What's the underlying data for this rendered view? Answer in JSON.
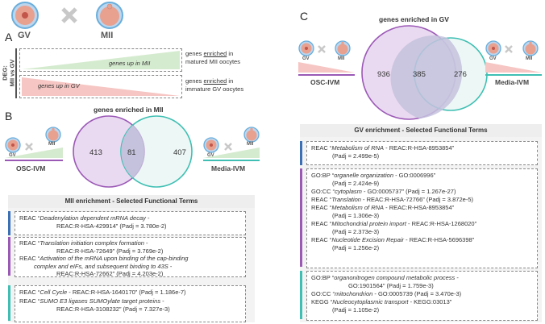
{
  "panelA": {
    "letter": "A",
    "gv_label": "GV",
    "mii_label": "MII",
    "deg_label": "DEG:",
    "deg_sub": "MII vs GV",
    "up_mii_text": "genes up in MII",
    "up_gv_text": "genes up in GV",
    "enriched_mii_line1_a": "genes ",
    "enriched_mii_line1_b": "enriched",
    "enriched_mii_line1_c": " in",
    "enriched_mii_line2": "matured MII oocytes",
    "enriched_gv_line1_a": "genes ",
    "enriched_gv_line1_b": "enriched",
    "enriched_gv_line1_c": " in",
    "enriched_gv_line2": "immature GV oocytes"
  },
  "panelB": {
    "letter": "B",
    "title": "genes enriched in MII",
    "left_ivm": "OSC-IVM",
    "right_ivm": "Media-IVM",
    "gv_small": "GV",
    "mii_small": "MII",
    "venn": {
      "left_only": "413",
      "overlap": "81",
      "right_only": "407"
    },
    "table_title": "MII enrichment - Selected Functional Terms",
    "group1": [
      {
        "l1": "REAC “",
        "l1i": "Deadenylation dependent mRNA decay",
        "l1e": " -",
        "l2": "REAC:R-HSA-429914” (Padj = 3.780e-2)"
      }
    ],
    "group2": [
      {
        "l1": "REAC “",
        "l1i": "Translation initiation complex formation",
        "l1e": " -",
        "l2": "REAC:R-HSA-72649” (Padj = 3.769e-2)"
      },
      {
        "l1": "REAC “",
        "l1i": "Activation of the mRNA upon binding of the cap-binding",
        "l1e": "",
        "l2i": "complex and eIFs, and subsequent binding to 43S",
        "l2e": " -",
        "l3": "REAC:R-HSA-72662” (Padj = 4.203e-2)"
      }
    ],
    "group3": [
      {
        "l1": "REAC “",
        "l1i": "Cell Cycle",
        "l1e": " - REAC:R-HSA-1640170” (Padj = 1.186e-7)"
      },
      {
        "l1": "REAC “",
        "l1i": "SUMO E3 ligases SUMOylate target proteins",
        "l1e": " -",
        "l2": "REAC:R-HSA-3108232” (Padj = 7.327e-3)"
      }
    ]
  },
  "panelC": {
    "letter": "C",
    "title": "genes enriched in GV",
    "left_ivm": "OSC-IVM",
    "right_ivm": "Media-IVM",
    "gv_small": "GV",
    "mii_small": "MII",
    "venn": {
      "left_only": "936",
      "overlap": "385",
      "right_only": "276"
    },
    "table_title": "GV enrichment - Selected Functional Terms",
    "group1": [
      {
        "a": "REAC “",
        "i": "Metabolism of RNA",
        "b": " - REAC:R-HSA-8953854”",
        "l2": "(Padj = 2.499e-5)"
      }
    ],
    "group2": [
      {
        "a": "GO:BP “",
        "i": "organelle organization",
        "b": " - GO:0006996”",
        "l2": "(Padj = 2.424e-9)"
      },
      {
        "a": "GO:CC “",
        "i": "cytoplasm",
        "b": " - GO:0005737” (Padj = 1.267e-27)"
      },
      {
        "a": "REAC “",
        "i": "Translation",
        "b": " - REAC:R-HSA-72766” (Padj = 3.872e-5)"
      },
      {
        "a": "REAC “",
        "i": "Metabolism of RNA",
        "b": " - REAC:R-HSA-8953854”",
        "l2": "(Padj = 1.306e-3)"
      },
      {
        "a": "REAC “",
        "i": "Mitochondrial protein import",
        "b": "  - REAC:R-HSA-1268020”",
        "l2": "(Padj = 2.373e-3)"
      },
      {
        "a": "REAC “",
        "i": "Nucleotide Excision Repair",
        "b": " - REAC:R-HSA-5696398”",
        "l2": "(Padj = 1.256e-2)"
      }
    ],
    "group3": [
      {
        "a": "GO:BP “",
        "i": "organonitrogen compound metabolic process",
        "b": " -",
        "l2": "GO:1901564” (Padj = 1.759e-3)"
      },
      {
        "a": "GO:CC “",
        "i": "mitochondrion",
        "b": " - GO:0005739 (Padj = 3.470e-3)"
      },
      {
        "a": "KEGG “",
        "i": "Nucleocytoplasmic transport",
        "b": " - KEGG:03013”",
        "l2": "(Padj = 1.105e-2)"
      }
    ]
  },
  "colors": {
    "purple": "#9b59b6",
    "teal": "#3fbfb3",
    "blue_bar": "#3b6fb6",
    "green_wedge": "#d5ebcf",
    "red_wedge": "#f5c6c3",
    "cell_outer": "#6aaedc",
    "cell_body": "#e8a08f"
  },
  "icons": [
    "x-cross-icon",
    "oocyte-gv-icon",
    "oocyte-mii-icon"
  ]
}
